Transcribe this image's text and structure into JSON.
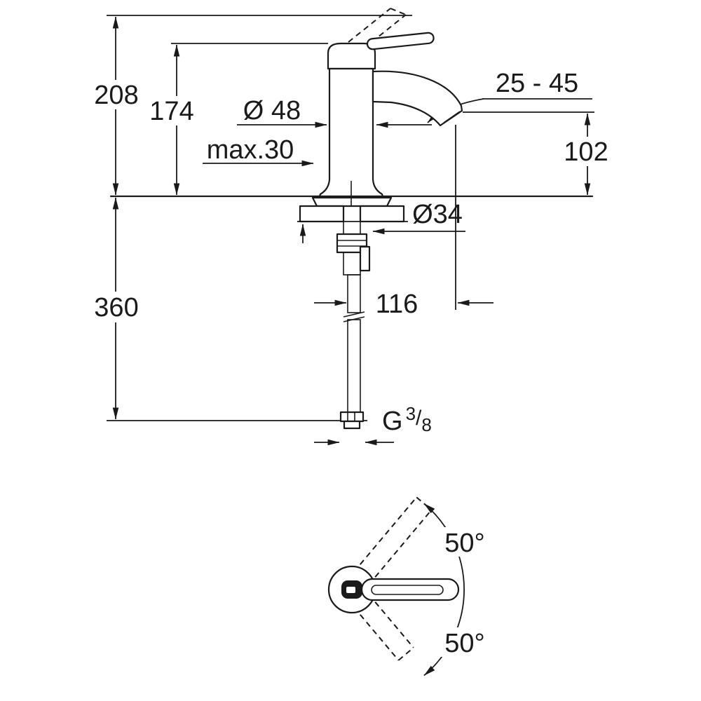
{
  "drawing": {
    "type": "faucet installation dimension drawing",
    "colors": {
      "line": "#1a1a1a",
      "background": "#ffffff"
    },
    "front_view": {
      "dims": {
        "height_total": "208",
        "height_to_cap": "174",
        "body_diameter": "Ø 48",
        "max_deck_thickness": "max.30",
        "flow_range": "25 - 45",
        "spout_height": "102",
        "hole_diameter": "Ø34",
        "hose_length": "360",
        "spout_reach": "116"
      },
      "thread": {
        "prefix": "G",
        "numerator": "3",
        "slash": "/",
        "denominator": "8"
      }
    },
    "top_view": {
      "swing_upper": "50°",
      "swing_lower": "50°"
    }
  }
}
